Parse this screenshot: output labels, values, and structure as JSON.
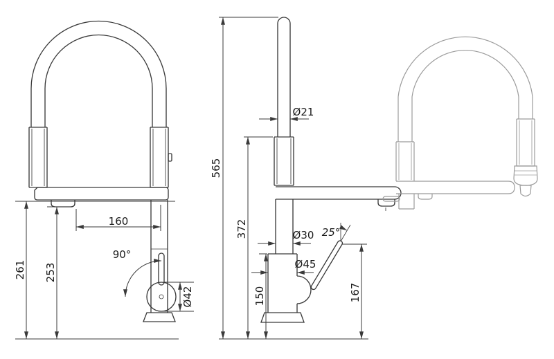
{
  "drawing": {
    "front_view": {
      "spout_reach": "160",
      "handle_swivel_angle": "90°",
      "height_overall_left": "261",
      "height_to_outlet": "253",
      "handle_diameter": "Ø42"
    },
    "side_view": {
      "overall_height": "565",
      "spout_height": "372",
      "body_height": "150",
      "spout_tube_diameter": "Ø21",
      "riser_diameter": "Ø30",
      "body_diameter": "Ø45",
      "lever_tilt_angle": "25°",
      "lever_top_height": "167"
    },
    "colors": {
      "outline": "#3a3a3a",
      "dimension": "#3a3a3a",
      "label_text": "#1a1a1a",
      "ghost_view": "#9b9b9b",
      "background": "#ffffff"
    }
  }
}
